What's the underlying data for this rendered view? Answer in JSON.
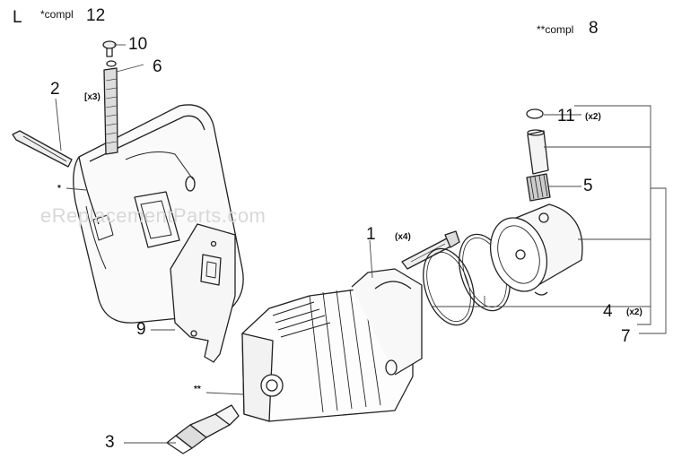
{
  "page_letter": "L",
  "watermark": "eReplacementParts.com",
  "compl_single": {
    "text": "*compl",
    "number": "12"
  },
  "compl_double": {
    "text": "**compl",
    "number": "8"
  },
  "callouts": {
    "n1": "1",
    "n2": "2",
    "n3": "3",
    "n4": "4",
    "n5": "5",
    "n6": "6",
    "n7": "7",
    "n9": "9",
    "n10": "10",
    "n11": "11"
  },
  "quantities": {
    "q1": "(x4)",
    "q6": "[x3)",
    "q11": "(x2)",
    "q4": "(x2)"
  },
  "star_markers": {
    "single": "*",
    "double": "**"
  }
}
